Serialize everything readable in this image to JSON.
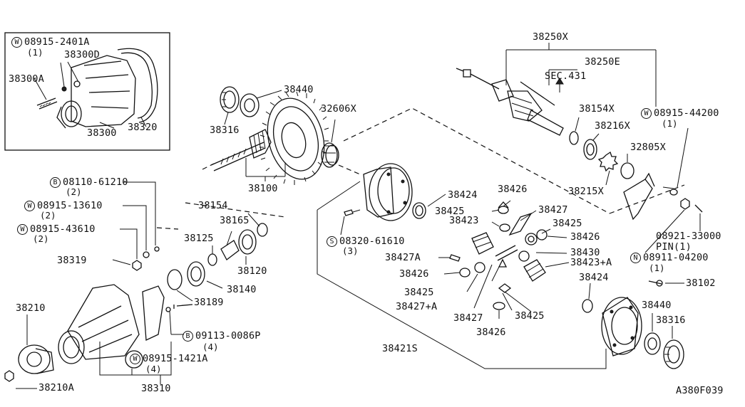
{
  "inset": {
    "w_label": "W",
    "bolt_part": "08915-2401A",
    "bolt_qty": "(1)",
    "part_a": "38300D",
    "part_b": "38300A",
    "part_c": "38300",
    "part_d": "38320"
  },
  "labels": {
    "p38250X": "38250X",
    "p38250E": "38250E",
    "sec": "SEC.431",
    "p38440_top": "38440",
    "p32606X": "32606X",
    "p38154X": "38154X",
    "p08915_44200": "08915-44200",
    "q08915_44200": "(1)",
    "p38316_top": "38316",
    "p38216X": "38216X",
    "p32805X": "32805X",
    "p38100": "38100",
    "p38215X": "38215X",
    "p08110_61210": "08110-61210",
    "q08110_61210": "(2)",
    "p38424_top": "38424",
    "p38426_a": "38426",
    "p08915_13610": "08915-13610",
    "q08915_13610": "(2)",
    "p38154": "38154",
    "p38425_a": "38425",
    "p38427_a": "38427",
    "p38165": "38165",
    "p38423": "38423",
    "p38425_b": "38425",
    "p08915_43610": "08915-43610",
    "q08915_43610": "(2)",
    "p38125": "38125",
    "p08320_61610": "08320-61610",
    "q08320_61610": "(3)",
    "p38426_b": "38426",
    "p08921_33000": "08921-33000",
    "pin": "PIN(1)",
    "p38319": "38319",
    "p38120": "38120",
    "p38427A": "38427A",
    "p38430": "38430",
    "p08911_04200": "08911-04200",
    "q08911_04200": "(1)",
    "p38423A": "38423+A",
    "p38426_c": "38426",
    "p38424_b": "38424",
    "p38140": "38140",
    "p38102": "38102",
    "p38425_c": "38425",
    "p38210": "38210",
    "p38189": "38189",
    "p38440_b": "38440",
    "p38427A2": "38427+A",
    "p38316_b": "38316",
    "p38427_b": "38427",
    "p38425_d": "38425",
    "p09113_0086P": "09113-0086P",
    "q09113_0086P": "(4)",
    "p38426_d": "38426",
    "p38421S": "38421S",
    "p08915_1421A": "08915-1421A",
    "q08915_1421A": "(4)",
    "p38210A": "38210A",
    "p38310": "38310",
    "code": "A380F039"
  },
  "marks": {
    "W": "W",
    "B": "B",
    "S": "S",
    "N": "N"
  }
}
